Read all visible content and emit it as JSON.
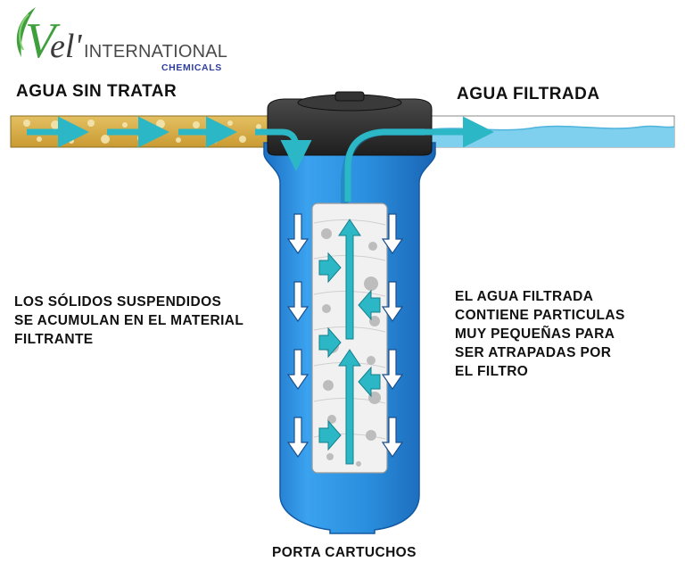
{
  "brand": {
    "mark_initial": "V",
    "mark_rest": "el'",
    "name": "INTERNATIONAL",
    "sub": "CHEMICALS"
  },
  "labels": {
    "inlet": "AGUA SIN TRATAR",
    "outlet": "AGUA FILTRADA",
    "housing": "PORTA CARTUCHOS"
  },
  "notes": {
    "left": [
      "LOS SÓLIDOS SUSPENDIDOS",
      "SE ACUMULAN EN EL MATERIAL",
      "FILTRANTE"
    ],
    "right": [
      "EL AGUA FILTRADA",
      "CONTIENE PARTICULAS",
      "MUY PEQUEÑAS PARA",
      "SER ATRAPADAS POR",
      "EL FILTRO"
    ]
  },
  "colors": {
    "raw_water": "#d7b24a",
    "raw_water_sediment": "#f0e2a8",
    "clean_water": "#7fd0ee",
    "housing": "#2a8fde",
    "housing_dark": "#1a6fc0",
    "cap": "#2a2a2a",
    "cartridge": "#f1f1f1",
    "flow_arrow": "#2bb7c5",
    "down_arrow": "#ffffff",
    "brand_green": "#3f9f3c",
    "brand_blue": "#2f3fa0"
  },
  "icons": {
    "flow": "teal-arrow-icon",
    "down": "white-down-arrow-icon",
    "leaf": "leaf-icon"
  }
}
